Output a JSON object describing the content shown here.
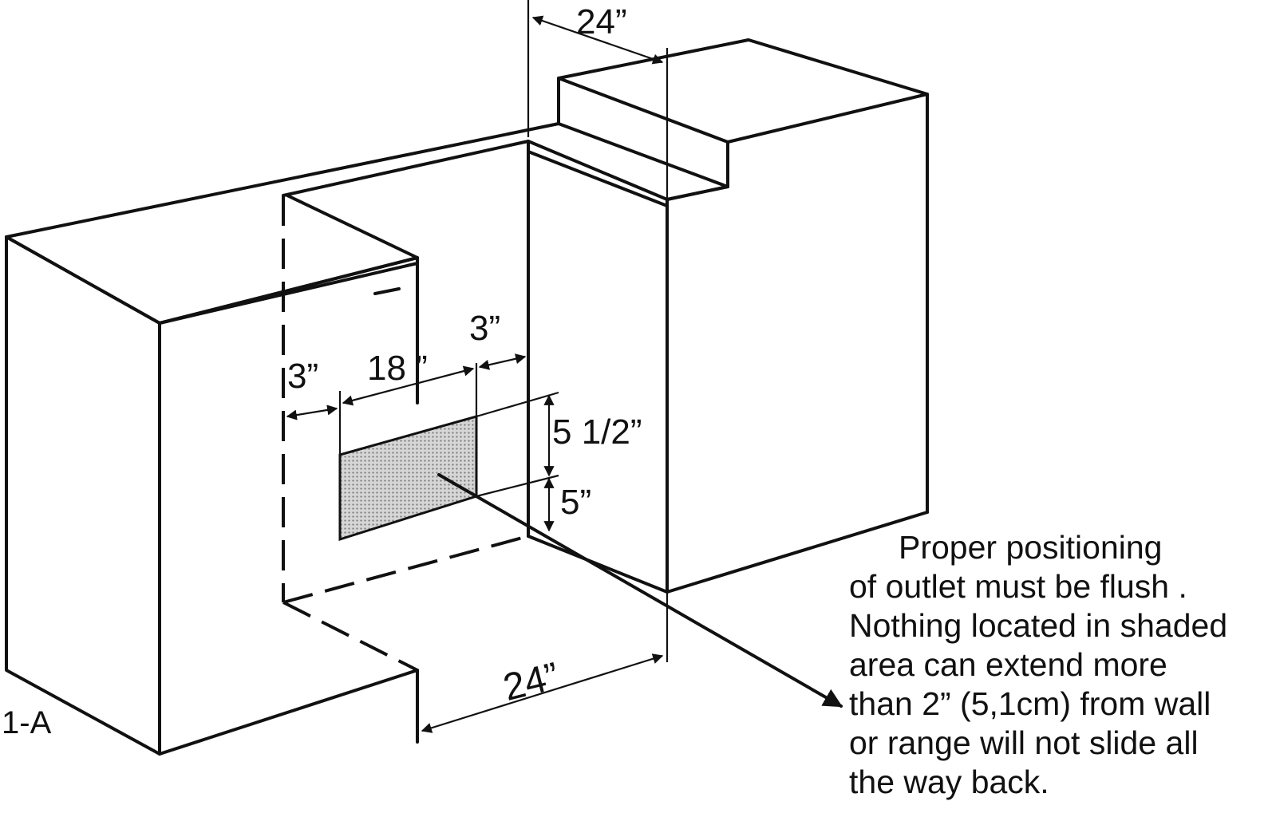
{
  "figure_label": "1-A",
  "dimensions": {
    "top_width": "24”",
    "bottom_width": "24”",
    "left_gap": "3”",
    "outlet_width": "18 ”",
    "right_gap": "3”",
    "upper_height": "5 1/2”",
    "lower_height": "5”"
  },
  "note_lines": [
    "Proper positioning",
    "of outlet must be flush .",
    "Nothing located in shaded",
    "area can extend more",
    "than 2” (5,1cm) from wall",
    "or range will not slide all",
    "the way back."
  ],
  "colors": {
    "ink": "#111111",
    "shade": "#bdbdbd"
  }
}
